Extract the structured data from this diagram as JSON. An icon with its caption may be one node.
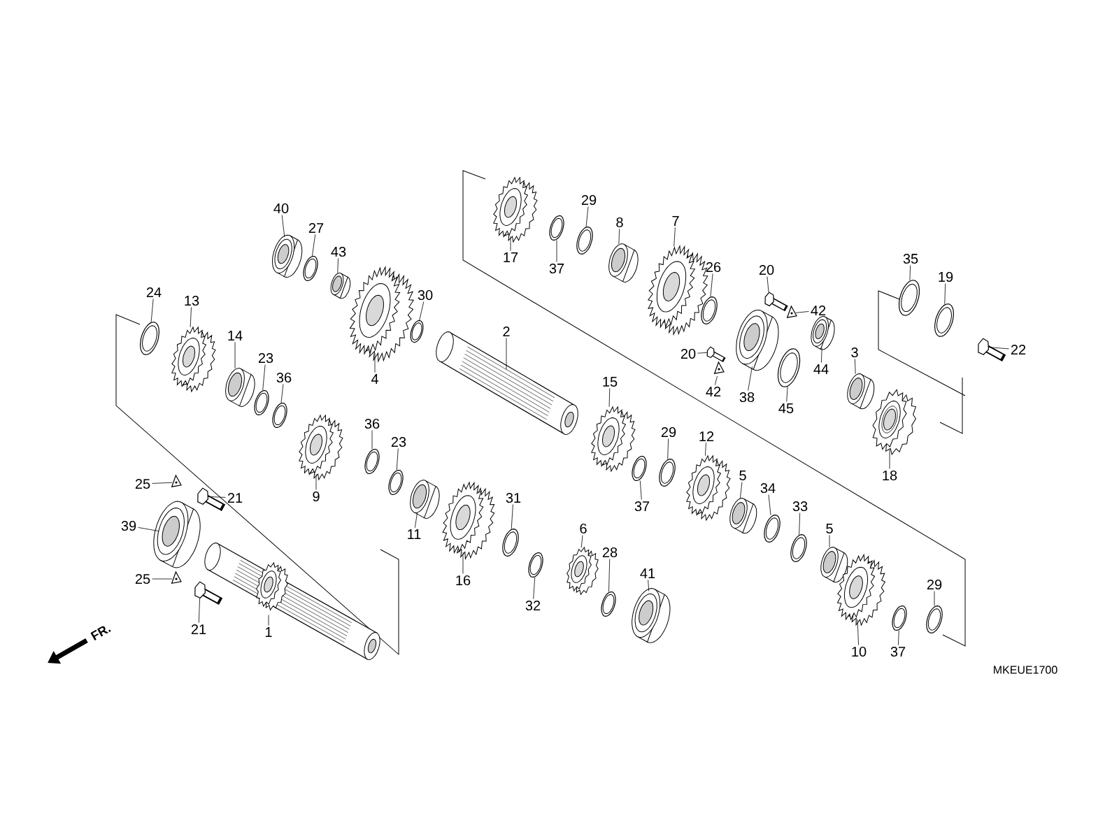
{
  "diagram": {
    "nodes": [
      {
        "text": [
          "40"
        ]
      },
      {
        "text": [],
        "shape": "bearing"
      },
      {
        "text": [
          "27"
        ]
      },
      {
        "text": [],
        "shape": "ring"
      },
      {
        "text": [
          "43"
        ]
      },
      {
        "text": [],
        "shape": "bushing"
      },
      {
        "text": [
          "4"
        ]
      },
      {
        "text": [],
        "shape": "gear"
      },
      {
        "text": [
          "30"
        ]
      },
      {
        "text": [],
        "shape": "ring"
      },
      {
        "text": [
          "24"
        ]
      },
      {
        "text": [],
        "shape": "ring"
      },
      {
        "text": [
          "13"
        ]
      },
      {
        "text": [],
        "shape": "gear"
      },
      {
        "text": [
          "14"
        ]
      },
      {
        "text": [],
        "shape": "bushing"
      },
      {
        "text": [
          "23"
        ]
      },
      {
        "text": [],
        "shape": "ring"
      },
      {
        "text": [
          "36"
        ]
      },
      {
        "text": [],
        "shape": "ring"
      },
      {
        "text": [
          "9"
        ]
      },
      {
        "text": [],
        "shape": "gear"
      },
      {
        "text": [
          "36"
        ]
      },
      {
        "text": [],
        "shape": "ring"
      },
      {
        "text": [
          "23"
        ]
      },
      {
        "text": [],
        "shape": "ring"
      },
      {
        "text": [
          "11"
        ]
      },
      {
        "text": [],
        "shape": "bushing"
      },
      {
        "text": [
          "16"
        ]
      },
      {
        "text": [],
        "shape": "gear"
      },
      {
        "text": [
          "2"
        ]
      },
      {
        "text": [],
        "shape": "shaft"
      },
      {
        "text": [
          "17"
        ]
      },
      {
        "text": [],
        "shape": "gear"
      },
      {
        "text": [
          "37"
        ]
      },
      {
        "text": [],
        "shape": "ring"
      },
      {
        "text": [
          "29"
        ]
      },
      {
        "text": [],
        "shape": "ring"
      },
      {
        "text": [
          "8"
        ]
      },
      {
        "text": [],
        "shape": "bushing"
      },
      {
        "text": [
          "7"
        ]
      },
      {
        "text": [],
        "shape": "gear"
      },
      {
        "text": [
          "26"
        ]
      },
      {
        "text": [],
        "shape": "ring"
      },
      {
        "text": [
          "20"
        ]
      },
      {
        "text": [],
        "shape": "bolt"
      },
      {
        "text": [
          "42"
        ]
      },
      {
        "text": [],
        "shape": "clip"
      },
      {
        "text": [
          "20"
        ]
      },
      {
        "text": [],
        "shape": "bolt"
      },
      {
        "text": [
          "42"
        ]
      },
      {
        "text": [],
        "shape": "clip"
      },
      {
        "text": [
          "38"
        ]
      },
      {
        "text": [],
        "shape": "bearing"
      },
      {
        "text": [
          "45"
        ]
      },
      {
        "text": [],
        "shape": "ring"
      },
      {
        "text": [
          "44"
        ]
      },
      {
        "text": [],
        "shape": "bearing"
      },
      {
        "text": [
          "3"
        ]
      },
      {
        "text": [],
        "shape": "bushing"
      },
      {
        "text": [
          "35"
        ]
      },
      {
        "text": [],
        "shape": "ring"
      },
      {
        "text": [
          "19"
        ]
      },
      {
        "text": [],
        "shape": "ring"
      },
      {
        "text": [
          "22"
        ]
      },
      {
        "text": [],
        "shape": "bolt"
      },
      {
        "text": [
          "18"
        ]
      },
      {
        "text": [],
        "shape": "sprocket"
      },
      {
        "text": [
          "15"
        ]
      },
      {
        "text": [],
        "shape": "gear"
      },
      {
        "text": [
          "29"
        ]
      },
      {
        "text": [],
        "shape": "ring"
      },
      {
        "text": [
          "37"
        ]
      },
      {
        "text": [],
        "shape": "ring"
      },
      {
        "text": [
          "12"
        ]
      },
      {
        "text": [],
        "shape": "gear"
      },
      {
        "text": [
          "5"
        ]
      },
      {
        "text": [],
        "shape": "bushing"
      },
      {
        "text": [
          "34"
        ]
      },
      {
        "text": [],
        "shape": "ring"
      },
      {
        "text": [
          "33"
        ]
      },
      {
        "text": [],
        "shape": "ring"
      },
      {
        "text": [
          "5"
        ]
      },
      {
        "text": [],
        "shape": "bushing"
      },
      {
        "text": [
          "10"
        ]
      },
      {
        "text": [],
        "shape": "gear"
      },
      {
        "text": [
          "37"
        ]
      },
      {
        "text": [],
        "shape": "ring"
      },
      {
        "text": [
          "29"
        ]
      },
      {
        "text": [],
        "shape": "ring"
      },
      {
        "text": [
          "31"
        ]
      },
      {
        "text": [],
        "shape": "ring"
      },
      {
        "text": [
          "32"
        ]
      },
      {
        "text": [],
        "shape": "ring"
      },
      {
        "text": [
          "6"
        ]
      },
      {
        "text": [],
        "shape": "gear"
      },
      {
        "text": [
          "28"
        ]
      },
      {
        "text": [],
        "shape": "ring"
      },
      {
        "text": [
          "41"
        ]
      },
      {
        "text": [],
        "shape": "bearing"
      },
      {
        "text": [
          "25"
        ]
      },
      {
        "text": [],
        "shape": "clip"
      },
      {
        "text": [
          "21"
        ]
      },
      {
        "text": [],
        "shape": "bolt"
      },
      {
        "text": [
          "39"
        ]
      },
      {
        "text": [],
        "shape": "bearing"
      },
      {
        "text": [
          "25"
        ]
      },
      {
        "text": [],
        "shape": "clip"
      },
      {
        "text": [
          "21"
        ]
      },
      {
        "text": [],
        "shape": "bolt"
      },
      {
        "text": [
          "1"
        ]
      },
      {
        "text": [],
        "shape": "shaft"
      }
    ],
    "edges": [
      {
        "from": 0,
        "to": 1,
        "arrow": "none"
      },
      {
        "from": 2,
        "to": 3,
        "arrow": "none"
      },
      {
        "from": 4,
        "to": 5,
        "arrow": "none"
      },
      {
        "from": 6,
        "to": 7,
        "arrow": "none"
      },
      {
        "from": 8,
        "to": 9,
        "arrow": "none"
      },
      {
        "from": 10,
        "to": 11,
        "arrow": "none"
      },
      {
        "from": 12,
        "to": 13,
        "arrow": "none"
      },
      {
        "from": 14,
        "to": 15,
        "arrow": "none"
      },
      {
        "from": 16,
        "to": 17,
        "arrow": "none"
      },
      {
        "from": 18,
        "to": 19,
        "arrow": "none"
      },
      {
        "from": 20,
        "to": 21,
        "arrow": "none"
      },
      {
        "from": 22,
        "to": 23,
        "arrow": "none"
      },
      {
        "from": 24,
        "to": 25,
        "arrow": "none"
      },
      {
        "from": 26,
        "to": 27,
        "arrow": "none"
      },
      {
        "from": 28,
        "to": 29,
        "arrow": "none"
      },
      {
        "from": 30,
        "to": 31,
        "arrow": "none"
      },
      {
        "from": 32,
        "to": 33,
        "arrow": "none"
      },
      {
        "from": 34,
        "to": 35,
        "arrow": "none"
      },
      {
        "from": 36,
        "to": 37,
        "arrow": "none"
      },
      {
        "from": 38,
        "to": 39,
        "arrow": "none"
      },
      {
        "from": 40,
        "to": 41,
        "arrow": "none"
      },
      {
        "from": 42,
        "to": 43,
        "arrow": "none"
      },
      {
        "from": 44,
        "to": 45,
        "arrow": "none"
      },
      {
        "from": 46,
        "to": 47,
        "arrow": "none"
      },
      {
        "from": 48,
        "to": 49,
        "arrow": "none"
      },
      {
        "from": 50,
        "to": 51,
        "arrow": "none"
      },
      {
        "from": 52,
        "to": 53,
        "arrow": "none"
      },
      {
        "from": 54,
        "to": 55,
        "arrow": "none"
      },
      {
        "from": 56,
        "to": 57,
        "arrow": "none"
      },
      {
        "from": 58,
        "to": 59,
        "arrow": "none"
      },
      {
        "from": 60,
        "to": 61,
        "arrow": "none"
      },
      {
        "from": 62,
        "to": 63,
        "arrow": "none"
      },
      {
        "from": 64,
        "to": 65,
        "arrow": "none"
      },
      {
        "from": 66,
        "to": 67,
        "arrow": "none"
      },
      {
        "from": 68,
        "to": 69,
        "arrow": "none"
      },
      {
        "from": 70,
        "to": 71,
        "arrow": "none"
      },
      {
        "from": 72,
        "to": 73,
        "arrow": "none"
      },
      {
        "from": 74,
        "to": 75,
        "arrow": "none"
      },
      {
        "from": 76,
        "to": 77,
        "arrow": "none"
      },
      {
        "from": 78,
        "to": 79,
        "arrow": "none"
      },
      {
        "from": 80,
        "to": 81,
        "arrow": "none"
      },
      {
        "from": 82,
        "to": 83,
        "arrow": "none"
      },
      {
        "from": 84,
        "to": 85,
        "arrow": "none"
      },
      {
        "from": 86,
        "to": 87,
        "arrow": "none"
      },
      {
        "from": 88,
        "to": 89,
        "arrow": "none"
      },
      {
        "from": 90,
        "to": 91,
        "arrow": "none"
      },
      {
        "from": 92,
        "to": 93,
        "arrow": "none"
      },
      {
        "from": 94,
        "to": 95,
        "arrow": "none"
      },
      {
        "from": 96,
        "to": 97,
        "arrow": "none"
      },
      {
        "from": 98,
        "to": 99,
        "arrow": "none"
      },
      {
        "from": 100,
        "to": 101,
        "arrow": "none"
      },
      {
        "from": 102,
        "to": 103,
        "arrow": "none"
      },
      {
        "from": 104,
        "to": 105,
        "arrow": "none"
      },
      {
        "from": 106,
        "to": 107,
        "arrow": "none"
      },
      {
        "from": 108,
        "to": 109,
        "arrow": "none"
      },
      {
        "from": 110,
        "to": 111,
        "arrow": "none"
      }
    ],
    "labels": [
      "FR.",
      "MKEUE1700"
    ]
  }
}
